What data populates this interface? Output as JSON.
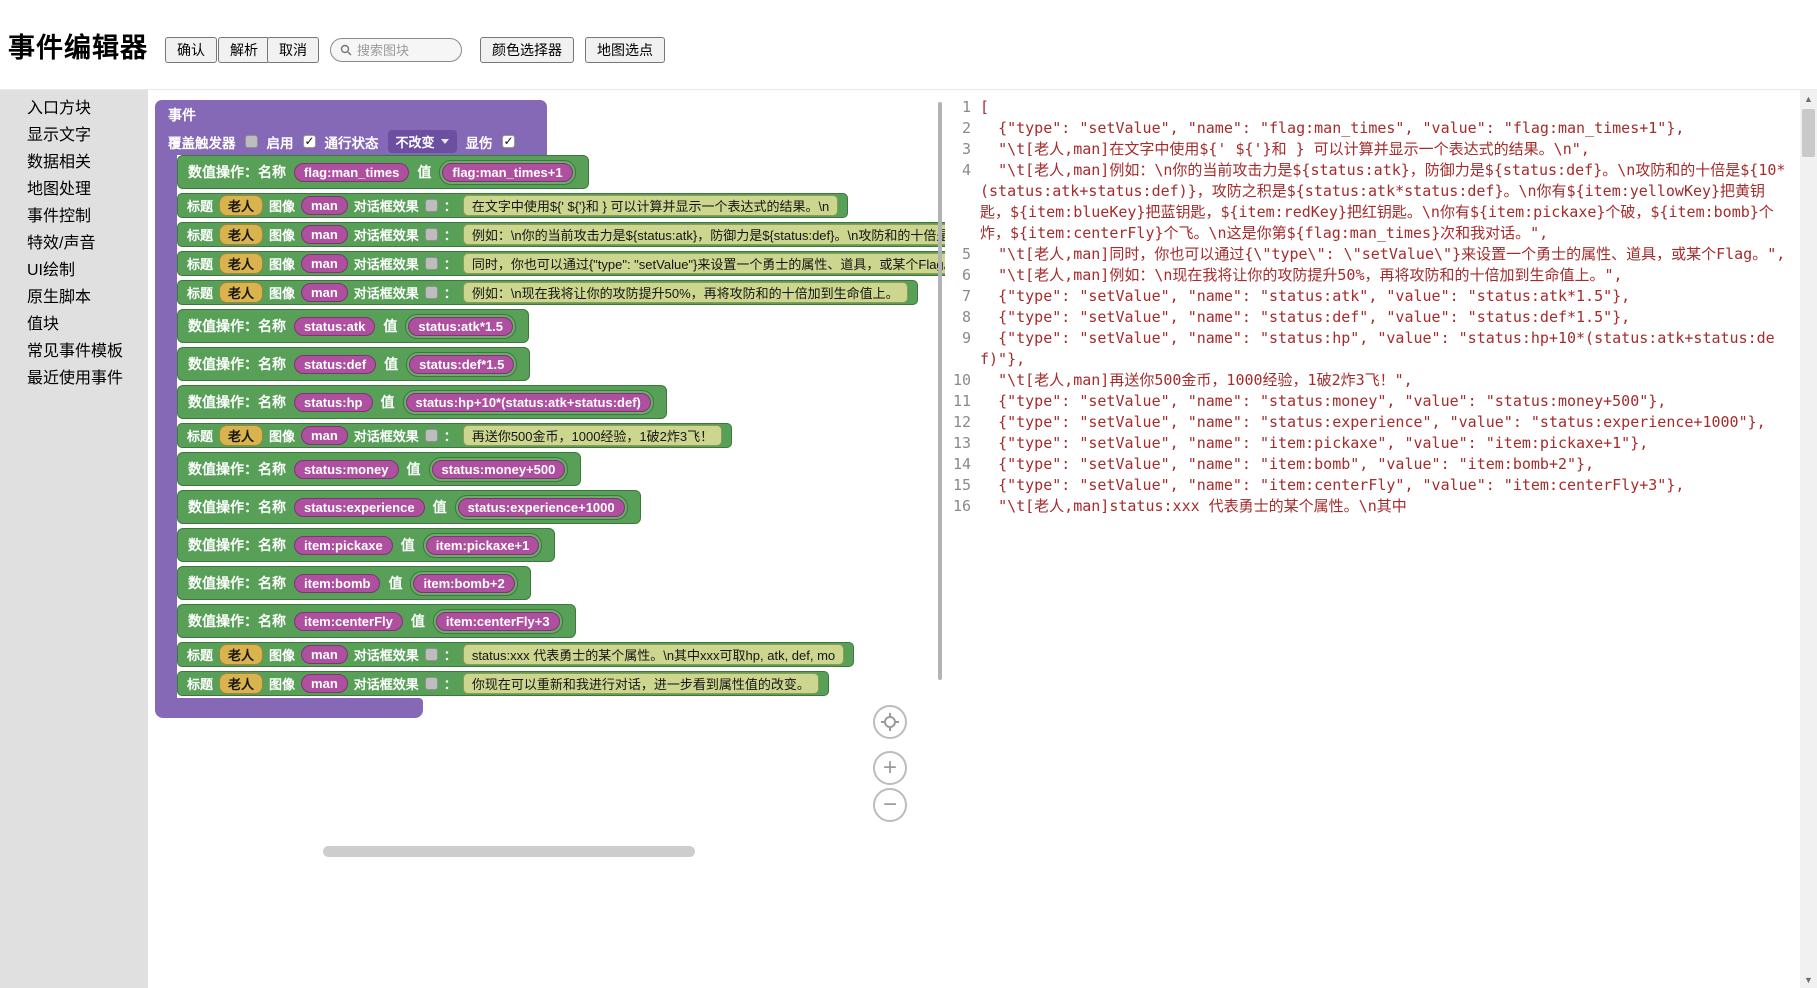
{
  "app": {
    "title": "事件编辑器"
  },
  "toolbar": {
    "confirm": "确认",
    "parse": "解析",
    "cancel": "取消",
    "search_placeholder": "搜索图块",
    "color_picker": "颜色选择器",
    "map_pick": "地图选点"
  },
  "colors": {
    "event_purple": "#8568b6",
    "action_green": "#58a058",
    "field_pink": "#ae4f9f",
    "caption_gold": "#d9b34e",
    "message_green": "#ccd68f",
    "code_text_red": "#a62b2b",
    "sidebar_gray": "#e0e0e0"
  },
  "sidebar": {
    "items": [
      "入口方块",
      "显示文字",
      "数据相关",
      "地图处理",
      "事件控制",
      "特效/声音",
      "UI绘制",
      "原生脚本",
      "值块",
      "常见事件模板",
      "最近使用事件"
    ]
  },
  "event_block": {
    "title": "事件",
    "override_label": "覆盖触发器",
    "enable_label": "启用",
    "passable_label": "通行状态",
    "passable_value": "不改变",
    "damage_label": "显伤"
  },
  "block_labels": {
    "numop": "数值操作：名称",
    "value": "值",
    "caption": "标题",
    "image": "图像",
    "effect": "对话框效果",
    "colon": "："
  },
  "blocks": [
    {
      "type": "numop",
      "name": "flag:man_times",
      "value": "flag:man_times+1"
    },
    {
      "type": "text",
      "caption": "老人",
      "image": "man",
      "message": "在文字中使用${' ${'}和 } 可以计算并显示一个表达式的结果。\\n"
    },
    {
      "type": "text",
      "caption": "老人",
      "image": "man",
      "message": "例如：\\n你的当前攻击力是${status:atk}，防御力是${status:def}。\\n攻防和的十倍是${10*(status:atk+status:def)}，攻防之积是${status:atk*status:def}。"
    },
    {
      "type": "text",
      "caption": "老人",
      "image": "man",
      "message": "同时，你也可以通过{\"type\": \"setValue\"}来设置一个勇士的属性、道具，或某个Flag。"
    },
    {
      "type": "text",
      "caption": "老人",
      "image": "man",
      "message": "例如：\\n现在我将让你的攻防提升50%，再将攻防和的十倍加到生命值上。"
    },
    {
      "type": "numop",
      "name": "status:atk",
      "value": "status:atk*1.5"
    },
    {
      "type": "numop",
      "name": "status:def",
      "value": "status:def*1.5"
    },
    {
      "type": "numop",
      "name": "status:hp",
      "value": "status:hp+10*(status:atk+status:def)"
    },
    {
      "type": "text",
      "caption": "老人",
      "image": "man",
      "message": "再送你500金币，1000经验，1破2炸3飞！"
    },
    {
      "type": "numop",
      "name": "status:money",
      "value": "status:money+500"
    },
    {
      "type": "numop",
      "name": "status:experience",
      "value": "status:experience+1000"
    },
    {
      "type": "numop",
      "name": "item:pickaxe",
      "value": "item:pickaxe+1"
    },
    {
      "type": "numop",
      "name": "item:bomb",
      "value": "item:bomb+2"
    },
    {
      "type": "numop",
      "name": "item:centerFly",
      "value": "item:centerFly+3"
    },
    {
      "type": "text",
      "caption": "老人",
      "image": "man",
      "message": "status:xxx 代表勇士的某个属性。\\n其中xxx可取hp, atk, def, mo"
    },
    {
      "type": "text",
      "caption": "老人",
      "image": "man",
      "message": "你现在可以重新和我进行对话，进一步看到属性值的改变。"
    }
  ],
  "zoom": {
    "in_icon": "+",
    "out_icon": "−"
  },
  "code": {
    "lines": [
      {
        "n": "1",
        "t": "["
      },
      {
        "n": "2",
        "t": "  {\"type\": \"setValue\", \"name\": \"flag:man_times\", \"value\": \"flag:man_times+1\"},"
      },
      {
        "n": "3",
        "t": "  \"\\t[老人,man]在文字中使用${' ${'}和 } 可以计算并显示一个表达式的结果。\\n\","
      },
      {
        "n": "4",
        "t": "  \"\\t[老人,man]例如：\\n你的当前攻击力是${status:atk}，防御力是${status:def}。\\n攻防和的十倍是${10*(status:atk+status:def)}，攻防之积是${status:atk*status:def}。\\n你有${item:yellowKey}把黄钥匙，${item:blueKey}把蓝钥匙，${item:redKey}把红钥匙。\\n你有${item:pickaxe}个破，${item:bomb}个炸，${item:centerFly}个飞。\\n这是你第${flag:man_times}次和我对话。\","
      },
      {
        "n": "5",
        "t": "  \"\\t[老人,man]同时，你也可以通过{\\\"type\\\": \\\"setValue\\\"}来设置一个勇士的属性、道具，或某个Flag。\","
      },
      {
        "n": "6",
        "t": "  \"\\t[老人,man]例如：\\n现在我将让你的攻防提升50%，再将攻防和的十倍加到生命值上。\","
      },
      {
        "n": "7",
        "t": "  {\"type\": \"setValue\", \"name\": \"status:atk\", \"value\": \"status:atk*1.5\"},"
      },
      {
        "n": "8",
        "t": "  {\"type\": \"setValue\", \"name\": \"status:def\", \"value\": \"status:def*1.5\"},"
      },
      {
        "n": "9",
        "t": "  {\"type\": \"setValue\", \"name\": \"status:hp\", \"value\": \"status:hp+10*(status:atk+status:def)\"},"
      },
      {
        "n": "10",
        "t": "  \"\\t[老人,man]再送你500金币，1000经验，1破2炸3飞！\","
      },
      {
        "n": "11",
        "t": "  {\"type\": \"setValue\", \"name\": \"status:money\", \"value\": \"status:money+500\"},"
      },
      {
        "n": "12",
        "t": "  {\"type\": \"setValue\", \"name\": \"status:experience\", \"value\": \"status:experience+1000\"},"
      },
      {
        "n": "13",
        "t": "  {\"type\": \"setValue\", \"name\": \"item:pickaxe\", \"value\": \"item:pickaxe+1\"},"
      },
      {
        "n": "14",
        "t": "  {\"type\": \"setValue\", \"name\": \"item:bomb\", \"value\": \"item:bomb+2\"},"
      },
      {
        "n": "15",
        "t": "  {\"type\": \"setValue\", \"name\": \"item:centerFly\", \"value\": \"item:centerFly+3\"},"
      },
      {
        "n": "16",
        "t": "  \"\\t[老人,man]status:xxx 代表勇士的某个属性。\\n其中"
      }
    ]
  }
}
